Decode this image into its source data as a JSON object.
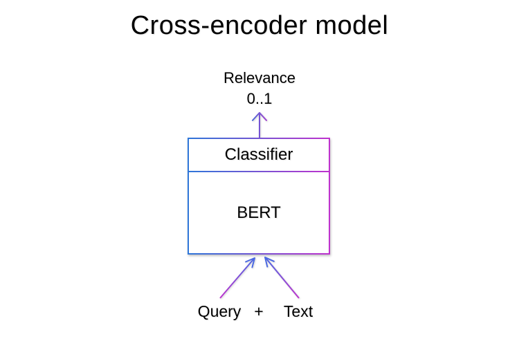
{
  "title": {
    "text": "Cross-encoder model"
  },
  "output": {
    "label": "Relevance",
    "range": "0..1"
  },
  "model": {
    "classifier_label": "Classifier",
    "encoder_label": "BERT"
  },
  "inputs": {
    "query_label": "Query",
    "operator": "+",
    "text_label": "Text"
  },
  "colors": {
    "gradient_blue": "#2E76D9",
    "gradient_magenta": "#BE32CE",
    "arrow_blue": "#4A69E2",
    "text": "#000000",
    "background": "#FFFFFF"
  }
}
